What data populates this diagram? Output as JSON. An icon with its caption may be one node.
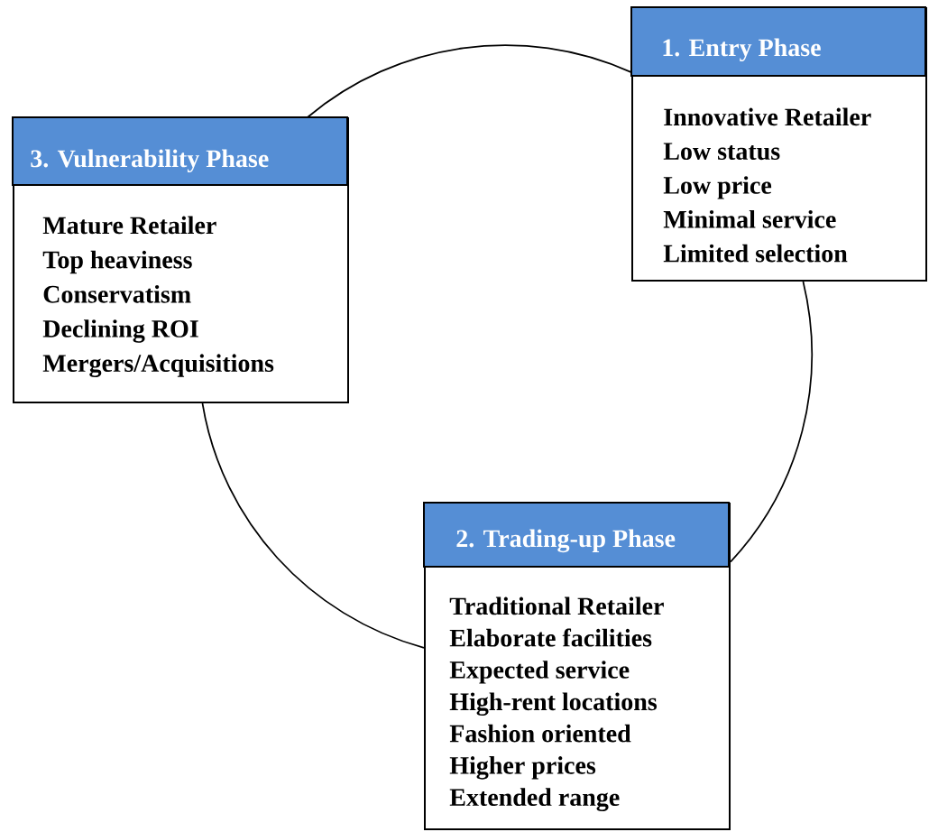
{
  "diagram": {
    "nodes": [
      {
        "text": [
          "1. Entry Phase",
          "Innovative Retailer",
          "Low status",
          "Low price",
          "Minimal service",
          "Limited selection"
        ]
      },
      {
        "text": [
          "3. Vulnerability Phase",
          "Mature Retailer",
          "Top heaviness",
          "Conservatism",
          "Declining ROI",
          "Mergers/Acquisitions"
        ]
      },
      {
        "text": [
          "2. Trading-up Phase",
          "Traditional Retailer",
          "Elaborate facilities",
          "Expected service",
          "High-rent locations",
          "Fashion oriented",
          "Higher prices",
          "Extended range"
        ]
      }
    ],
    "edges": [
      {
        "from": 0,
        "to": 2,
        "arrow": "none"
      },
      {
        "from": 2,
        "to": 1,
        "arrow": "none"
      },
      {
        "from": 1,
        "to": 0,
        "arrow": "none"
      }
    ]
  }
}
